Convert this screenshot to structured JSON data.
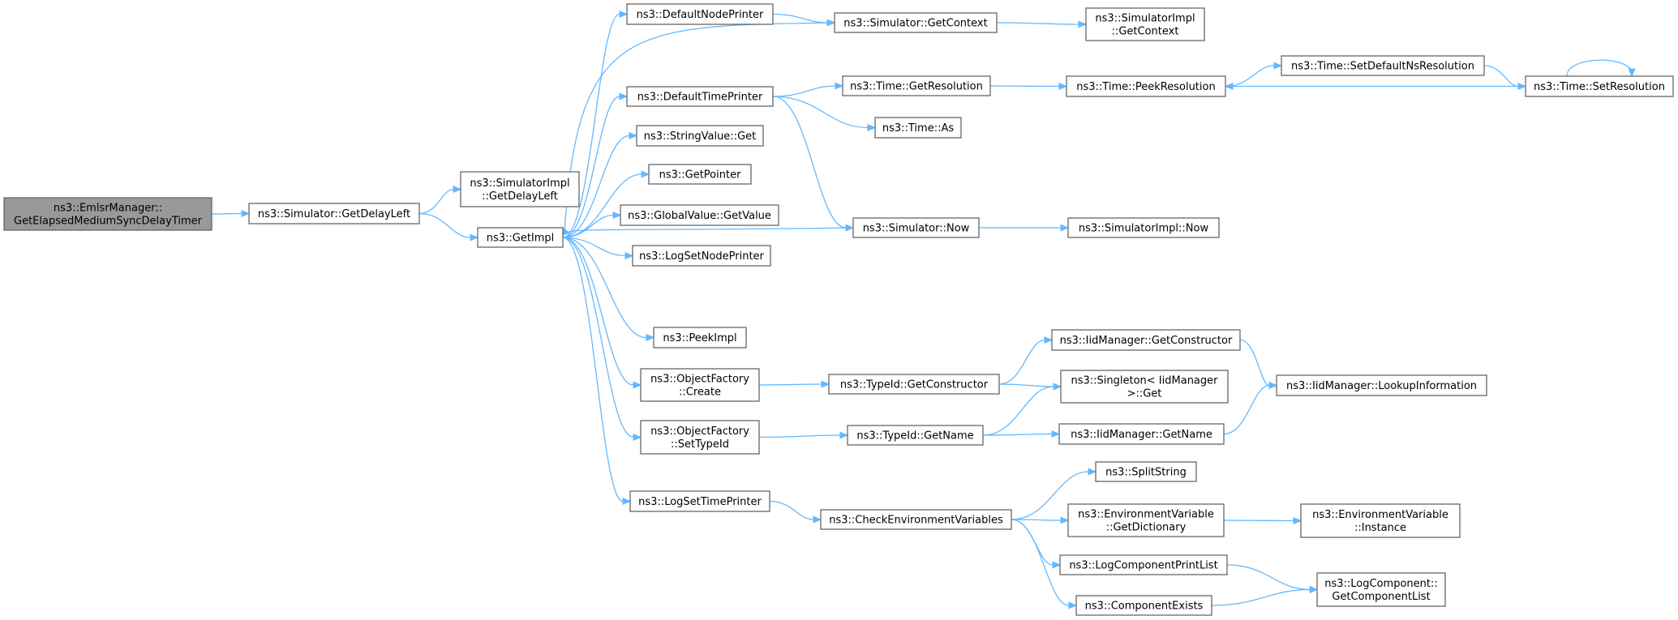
{
  "colors": {
    "edge": "#63b8ff",
    "node_border": "#666666",
    "root_fill": "#999999",
    "node_fill": "#ffffff"
  },
  "nodes": [
    {
      "id": "root",
      "lines": [
        "ns3::EmlsrManager::",
        "GetElapsedMediumSyncDelayTimer"
      ],
      "highlight": true
    },
    {
      "id": "sim_getdelayleft",
      "lines": [
        "ns3::Simulator::GetDelayLeft"
      ]
    },
    {
      "id": "simimpl_getdelayleft",
      "lines": [
        "ns3::SimulatorImpl",
        "::GetDelayLeft"
      ]
    },
    {
      "id": "getimpl",
      "lines": [
        "ns3::GetImpl"
      ]
    },
    {
      "id": "defaultnodeprinter",
      "lines": [
        "ns3::DefaultNodePrinter"
      ]
    },
    {
      "id": "sim_getcontext",
      "lines": [
        "ns3::Simulator::GetContext"
      ]
    },
    {
      "id": "simimpl_getcontext",
      "lines": [
        "ns3::SimulatorImpl",
        "::GetContext"
      ]
    },
    {
      "id": "defaulttimeprinter",
      "lines": [
        "ns3::DefaultTimePrinter"
      ]
    },
    {
      "id": "time_getresolution",
      "lines": [
        "ns3::Time::GetResolution"
      ]
    },
    {
      "id": "time_peekresolution",
      "lines": [
        "ns3::Time::PeekResolution"
      ]
    },
    {
      "id": "time_setdefaultns",
      "lines": [
        "ns3::Time::SetDefaultNsResolution"
      ]
    },
    {
      "id": "time_setresolution",
      "lines": [
        "ns3::Time::SetResolution"
      ]
    },
    {
      "id": "time_as",
      "lines": [
        "ns3::Time::As"
      ]
    },
    {
      "id": "stringvalue_get",
      "lines": [
        "ns3::StringValue::Get"
      ]
    },
    {
      "id": "getpointer",
      "lines": [
        "ns3::GetPointer"
      ]
    },
    {
      "id": "globalvalue_getvalue",
      "lines": [
        "ns3::GlobalValue::GetValue"
      ]
    },
    {
      "id": "sim_now",
      "lines": [
        "ns3::Simulator::Now"
      ]
    },
    {
      "id": "simimpl_now",
      "lines": [
        "ns3::SimulatorImpl::Now"
      ]
    },
    {
      "id": "logsetnodeprinter",
      "lines": [
        "ns3::LogSetNodePrinter"
      ]
    },
    {
      "id": "peekimpl",
      "lines": [
        "ns3::PeekImpl"
      ]
    },
    {
      "id": "iid_getconstructor",
      "lines": [
        "ns3::IidManager::GetConstructor"
      ]
    },
    {
      "id": "objfactory_create",
      "lines": [
        "ns3::ObjectFactory",
        "::Create"
      ]
    },
    {
      "id": "typeid_getconstructor",
      "lines": [
        "ns3::TypeId::GetConstructor"
      ]
    },
    {
      "id": "singleton_get",
      "lines": [
        "ns3::Singleton< IidManager",
        " >::Get"
      ]
    },
    {
      "id": "iid_lookupinfo",
      "lines": [
        "ns3::IidManager::LookupInformation"
      ]
    },
    {
      "id": "objfactory_settypeid",
      "lines": [
        "ns3::ObjectFactory",
        "::SetTypeId"
      ]
    },
    {
      "id": "typeid_getname",
      "lines": [
        "ns3::TypeId::GetName"
      ]
    },
    {
      "id": "iid_getname",
      "lines": [
        "ns3::IidManager::GetName"
      ]
    },
    {
      "id": "splitstring",
      "lines": [
        "ns3::SplitString"
      ]
    },
    {
      "id": "logsettimeprinter",
      "lines": [
        "ns3::LogSetTimePrinter"
      ]
    },
    {
      "id": "checkenvvars",
      "lines": [
        "ns3::CheckEnvironmentVariables"
      ]
    },
    {
      "id": "envvar_getdict",
      "lines": [
        "ns3::EnvironmentVariable",
        "::GetDictionary"
      ]
    },
    {
      "id": "envvar_instance",
      "lines": [
        "ns3::EnvironmentVariable",
        "::Instance"
      ]
    },
    {
      "id": "logcomponentprintlist",
      "lines": [
        "ns3::LogComponentPrintList"
      ]
    },
    {
      "id": "logcomponent_getlist",
      "lines": [
        "ns3::LogComponent::",
        "GetComponentList"
      ]
    },
    {
      "id": "componentexists",
      "lines": [
        "ns3::ComponentExists"
      ]
    }
  ],
  "edges": [
    [
      "root",
      "sim_getdelayleft"
    ],
    [
      "sim_getdelayleft",
      "simimpl_getdelayleft"
    ],
    [
      "sim_getdelayleft",
      "getimpl"
    ],
    [
      "getimpl",
      "defaultnodeprinter"
    ],
    [
      "getimpl",
      "defaulttimeprinter"
    ],
    [
      "getimpl",
      "stringvalue_get"
    ],
    [
      "getimpl",
      "getpointer"
    ],
    [
      "getimpl",
      "globalvalue_getvalue"
    ],
    [
      "getimpl",
      "logsetnodeprinter"
    ],
    [
      "getimpl",
      "peekimpl"
    ],
    [
      "getimpl",
      "objfactory_create"
    ],
    [
      "getimpl",
      "objfactory_settypeid"
    ],
    [
      "getimpl",
      "logsettimeprinter"
    ],
    [
      "defaultnodeprinter",
      "sim_getcontext"
    ],
    [
      "sim_getcontext",
      "getimpl"
    ],
    [
      "sim_getcontext",
      "simimpl_getcontext"
    ],
    [
      "defaulttimeprinter",
      "time_getresolution"
    ],
    [
      "defaulttimeprinter",
      "time_as"
    ],
    [
      "defaulttimeprinter",
      "sim_now"
    ],
    [
      "time_getresolution",
      "time_peekresolution"
    ],
    [
      "time_peekresolution",
      "time_setdefaultns"
    ],
    [
      "time_setdefaultns",
      "time_setresolution"
    ],
    [
      "time_setresolution",
      "time_peekresolution"
    ],
    [
      "time_setresolution",
      "time_setresolution"
    ],
    [
      "sim_now",
      "getimpl"
    ],
    [
      "sim_now",
      "simimpl_now"
    ],
    [
      "objfactory_create",
      "typeid_getconstructor"
    ],
    [
      "typeid_getconstructor",
      "iid_getconstructor"
    ],
    [
      "typeid_getconstructor",
      "singleton_get"
    ],
    [
      "iid_getconstructor",
      "iid_lookupinfo"
    ],
    [
      "objfactory_settypeid",
      "typeid_getname"
    ],
    [
      "typeid_getname",
      "singleton_get"
    ],
    [
      "typeid_getname",
      "iid_getname"
    ],
    [
      "iid_getname",
      "iid_lookupinfo"
    ],
    [
      "logsettimeprinter",
      "checkenvvars"
    ],
    [
      "checkenvvars",
      "splitstring"
    ],
    [
      "checkenvvars",
      "envvar_getdict"
    ],
    [
      "checkenvvars",
      "logcomponentprintlist"
    ],
    [
      "checkenvvars",
      "componentexists"
    ],
    [
      "envvar_getdict",
      "envvar_instance"
    ],
    [
      "logcomponentprintlist",
      "logcomponent_getlist"
    ],
    [
      "componentexists",
      "logcomponent_getlist"
    ]
  ]
}
